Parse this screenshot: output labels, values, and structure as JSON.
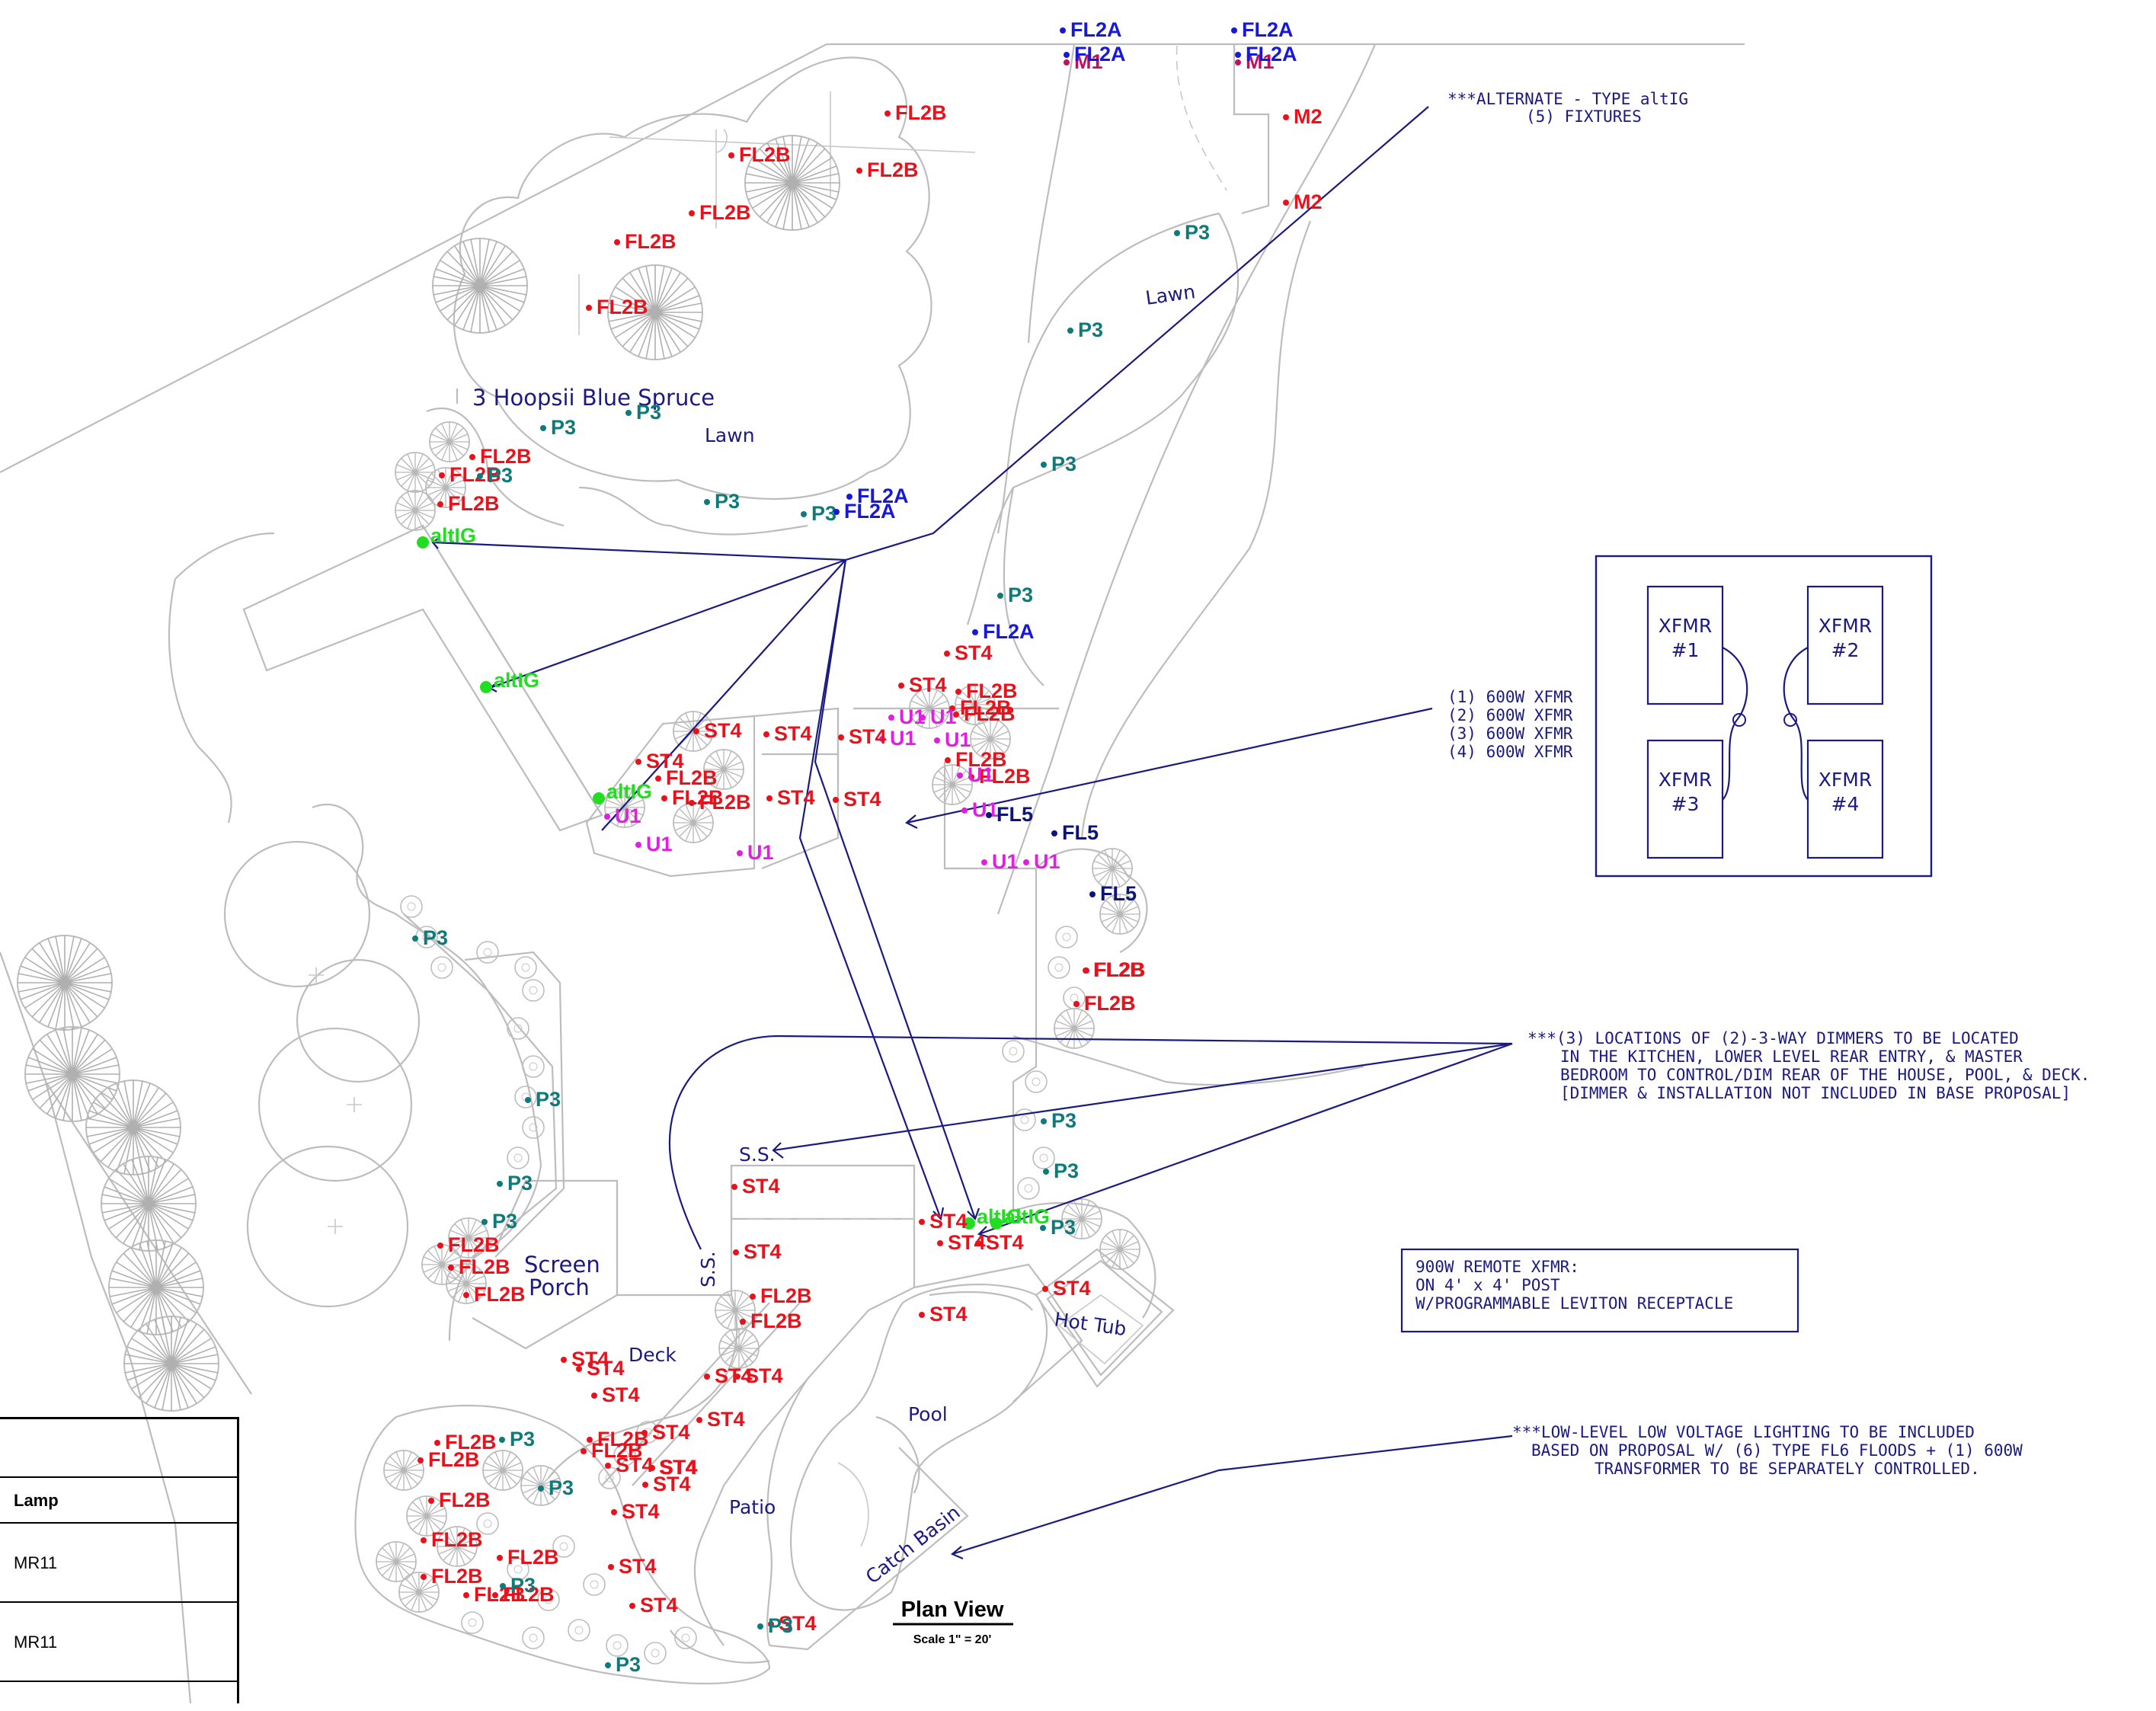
{
  "colors": {
    "fl2b": "#e8121d",
    "fl2a": "#1818d8",
    "p3": "#0f7a7a",
    "u1": "#e020e0",
    "fl5": "#0c1478",
    "altig": "#22dd22",
    "m": "#c01060",
    "cad": "#1a1a80",
    "site": "#bdbdbd"
  },
  "site_labels": {
    "spruce": "3 Hoopsii Blue Spruce",
    "lawn1": "Lawn",
    "lawn2": "Lawn",
    "screen": "Screen",
    "porch": "Porch",
    "deck": "Deck",
    "pool": "Pool",
    "patio": "Patio",
    "hottub": "Hot Tub",
    "catch": "Catch Basin",
    "ss1": "S.S.",
    "ss2": "S.S."
  },
  "notes": {
    "alternate_l1": "***ALTERNATE - TYPE altIG",
    "alternate_l2": "(5) FIXTURES",
    "xfmr_l1": "(1) 600W XFMR",
    "xfmr_l2": "(2) 600W XFMR",
    "xfmr_l3": "(3) 600W XFMR",
    "xfmr_l4": "(4) 600W XFMR",
    "dimmer_l1": "***(3) LOCATIONS OF (2)-3-WAY DIMMERS TO BE LOCATED",
    "dimmer_l2": "IN THE KITCHEN, LOWER LEVEL REAR ENTRY, & MASTER",
    "dimmer_l3": "BEDROOM TO CONTROL/DIM REAR OF THE HOUSE, POOL, & DECK.",
    "dimmer_l4": "[DIMMER & INSTALLATION NOT INCLUDED IN BASE PROPOSAL]",
    "remote_l1": "900W REMOTE XFMR:",
    "remote_l2": "ON 4' x 4' POST",
    "remote_l3": "W/PROGRAMMABLE LEVITON RECEPTACLE",
    "low_l1": "***LOW-LEVEL LOW VOLTAGE LIGHTING TO BE INCLUDED",
    "low_l2": "BASED ON PROPOSAL W/ (6) TYPE FL6 FLOODS + (1) 600W",
    "low_l3": "TRANSFORMER TO BE SEPARATELY CONTROLLED."
  },
  "xfmr_box": [
    {
      "name": "XFMR",
      "num": "#1"
    },
    {
      "name": "XFMR",
      "num": "#2"
    },
    {
      "name": "XFMR",
      "num": "#3"
    },
    {
      "name": "XFMR",
      "num": "#4"
    }
  ],
  "title_block": {
    "title": "Plan View",
    "scale": "Scale  1\" = 20'"
  },
  "legend": {
    "header": "Lamp",
    "rows": [
      "MR11",
      "MR11"
    ]
  },
  "fixtures": [
    {
      "t": "FL2A",
      "c": "fl2a"
    },
    {
      "t": "M1",
      "c": "m"
    },
    {
      "t": "FL2A",
      "c": "fl2a"
    },
    {
      "t": "FL2A",
      "c": "fl2a"
    },
    {
      "t": "M1",
      "c": "m"
    },
    {
      "t": "FL2A",
      "c": "fl2a"
    },
    {
      "t": "M2",
      "c": "fl2b"
    },
    {
      "t": "M2",
      "c": "fl2b"
    },
    {
      "t": "FL2B",
      "c": "fl2b"
    },
    {
      "t": "FL2B",
      "c": "fl2b"
    },
    {
      "t": "FL2B",
      "c": "fl2b"
    },
    {
      "t": "FL2B",
      "c": "fl2b"
    },
    {
      "t": "FL2B",
      "c": "fl2b"
    },
    {
      "t": "FL2B",
      "c": "fl2b"
    },
    {
      "t": "P3",
      "c": "p3"
    },
    {
      "t": "P3",
      "c": "p3"
    },
    {
      "t": "P3",
      "c": "p3"
    },
    {
      "t": "P3",
      "c": "p3"
    },
    {
      "t": "P3",
      "c": "p3"
    },
    {
      "t": "P3",
      "c": "p3"
    },
    {
      "t": "P3",
      "c": "p3"
    },
    {
      "t": "P3",
      "c": "p3"
    },
    {
      "t": "FL2A",
      "c": "fl2a"
    },
    {
      "t": "FL2A",
      "c": "fl2a"
    },
    {
      "t": "FL2B",
      "c": "fl2b"
    },
    {
      "t": "FL2B",
      "c": "fl2b"
    },
    {
      "t": "FL2B",
      "c": "fl2b"
    },
    {
      "t": "altIG",
      "c": "altig"
    },
    {
      "t": "altIG",
      "c": "altig"
    },
    {
      "t": "altIG",
      "c": "altig"
    },
    {
      "t": "P3",
      "c": "p3"
    },
    {
      "t": "FL2A",
      "c": "fl2a"
    },
    {
      "t": "ST4",
      "c": "fl2b"
    },
    {
      "t": "ST4",
      "c": "fl2b"
    },
    {
      "t": "FL2B",
      "c": "fl2b"
    },
    {
      "t": "FL2B",
      "c": "fl2b"
    },
    {
      "t": "FL2B",
      "c": "fl2b"
    },
    {
      "t": "U1",
      "c": "u1"
    },
    {
      "t": "U1",
      "c": "u1"
    },
    {
      "t": "U1",
      "c": "u1"
    },
    {
      "t": "U1",
      "c": "u1"
    },
    {
      "t": "ST4",
      "c": "fl2b"
    },
    {
      "t": "ST4",
      "c": "fl2b"
    },
    {
      "t": "ST4",
      "c": "fl2b"
    },
    {
      "t": "ST4",
      "c": "fl2b"
    },
    {
      "t": "ST4",
      "c": "fl2b"
    },
    {
      "t": "ST4",
      "c": "fl2b"
    },
    {
      "t": "FL2B",
      "c": "fl2b"
    },
    {
      "t": "FL2B",
      "c": "fl2b"
    },
    {
      "t": "FL2B",
      "c": "fl2b"
    },
    {
      "t": "U1",
      "c": "u1"
    },
    {
      "t": "U1",
      "c": "u1"
    },
    {
      "t": "U1",
      "c": "u1"
    },
    {
      "t": "FL2B",
      "c": "fl2b"
    },
    {
      "t": "FL2B",
      "c": "fl2b"
    },
    {
      "t": "U1",
      "c": "u1"
    },
    {
      "t": "U1",
      "c": "u1"
    },
    {
      "t": "U1",
      "c": "u1"
    },
    {
      "t": "U1",
      "c": "u1"
    },
    {
      "t": "FL5",
      "c": "fl5"
    },
    {
      "t": "FL5",
      "c": "fl5"
    },
    {
      "t": "FL5",
      "c": "fl5"
    },
    {
      "t": "FL2B",
      "c": "fl2b"
    },
    {
      "t": "FL2B",
      "c": "fl2b"
    },
    {
      "t": "FL2B",
      "c": "fl2b"
    },
    {
      "t": "FL2B",
      "c": "fl2b"
    },
    {
      "t": "P3",
      "c": "p3"
    },
    {
      "t": "P3",
      "c": "p3"
    },
    {
      "t": "P3",
      "c": "p3"
    },
    {
      "t": "P3",
      "c": "p3"
    },
    {
      "t": "P3",
      "c": "p3"
    },
    {
      "t": "P3",
      "c": "p3"
    },
    {
      "t": "P3",
      "c": "p3"
    },
    {
      "t": "FL2B",
      "c": "fl2b"
    },
    {
      "t": "FL2B",
      "c": "fl2b"
    },
    {
      "t": "FL2B",
      "c": "fl2b"
    },
    {
      "t": "ST4",
      "c": "fl2b"
    },
    {
      "t": "ST4",
      "c": "fl2b"
    },
    {
      "t": "altIG",
      "c": "altig"
    },
    {
      "t": "altIG",
      "c": "altig"
    },
    {
      "t": "ST4",
      "c": "fl2b"
    },
    {
      "t": "ST4",
      "c": "fl2b"
    },
    {
      "t": "ST4",
      "c": "fl2b"
    },
    {
      "t": "ST4",
      "c": "fl2b"
    },
    {
      "t": "ST4",
      "c": "fl2b"
    },
    {
      "t": "ST4",
      "c": "fl2b"
    },
    {
      "t": "ST4",
      "c": "fl2b"
    },
    {
      "t": "FL2B",
      "c": "fl2b"
    },
    {
      "t": "FL2B",
      "c": "fl2b"
    },
    {
      "t": "ST4",
      "c": "fl2b"
    },
    {
      "t": "ST4",
      "c": "fl2b"
    },
    {
      "t": "ST4",
      "c": "fl2b"
    },
    {
      "t": "ST4",
      "c": "fl2b"
    },
    {
      "t": "ST4",
      "c": "fl2b"
    },
    {
      "t": "ST4",
      "c": "fl2b"
    },
    {
      "t": "ST4",
      "c": "fl2b"
    },
    {
      "t": "ST4",
      "c": "fl2b"
    },
    {
      "t": "FL2B",
      "c": "fl2b"
    },
    {
      "t": "FL2B",
      "c": "fl2b"
    },
    {
      "t": "FL2B",
      "c": "fl2b"
    },
    {
      "t": "FL2B",
      "c": "fl2b"
    },
    {
      "t": "FL2B",
      "c": "fl2b"
    },
    {
      "t": "FL2B",
      "c": "fl2b"
    },
    {
      "t": "FL2B",
      "c": "fl2b"
    },
    {
      "t": "FL2B",
      "c": "fl2b"
    },
    {
      "t": "FL2B",
      "c": "fl2b"
    },
    {
      "t": "FL2B",
      "c": "fl2b"
    },
    {
      "t": "ST4",
      "c": "fl2b"
    },
    {
      "t": "ST4",
      "c": "fl2b"
    },
    {
      "t": "ST4",
      "c": "fl2b"
    },
    {
      "t": "ST4",
      "c": "fl2b"
    },
    {
      "t": "ST4",
      "c": "fl2b"
    },
    {
      "t": "P3",
      "c": "p3"
    },
    {
      "t": "P3",
      "c": "p3"
    },
    {
      "t": "P3",
      "c": "p3"
    },
    {
      "t": "P3",
      "c": "p3"
    },
    {
      "t": "P3",
      "c": "p3"
    }
  ]
}
